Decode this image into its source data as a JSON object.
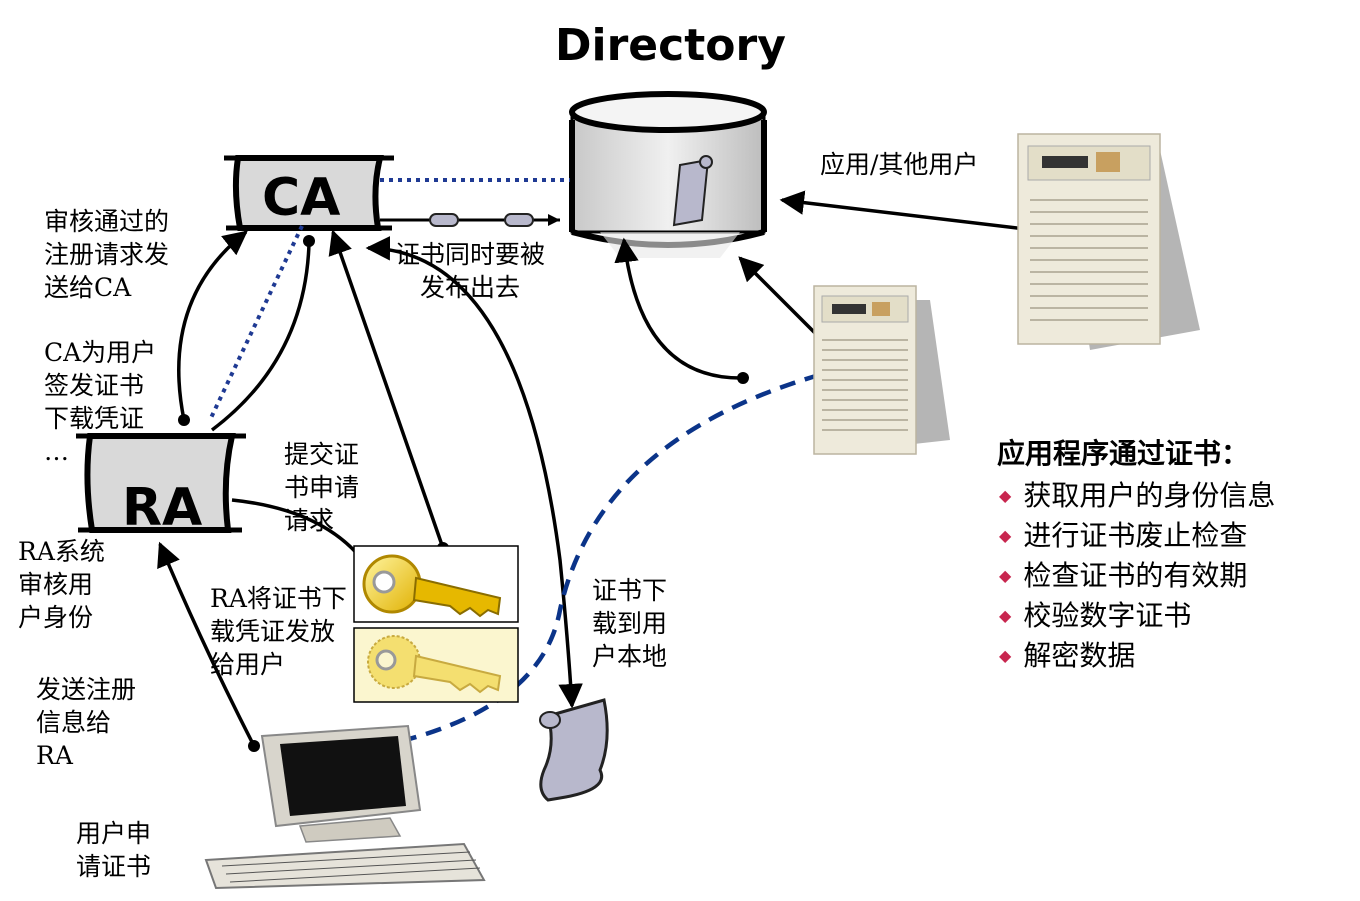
{
  "title": "Directory",
  "nodes": {
    "ca": "CA",
    "ra": "RA"
  },
  "labels": {
    "review_pass": "审核通过的\n注册请求发\n送给CA",
    "ca_issue": "CA为用户\n签发证书\n下载凭证\n…",
    "ra_review": "RA系统\n审核用\n户身份",
    "send_reg": "发送注册\n信息给\nRA",
    "user_apply": "用户申\n请证书",
    "submit_req": "提交证\n书申请\n请求",
    "ra_send_cert": "RA将证书下\n载凭证发放\n给用户",
    "cert_publish": "证书同时要被\n发布出去",
    "cert_download": "证书下\n载到用\n户本地",
    "app_users": "应用/其他用户"
  },
  "panel": {
    "title": "应用程序通过证书：",
    "items": [
      "获取用户的身份信息",
      "进行证书废止检查",
      "检查证书的有效期",
      "校验数字证书",
      "解密数据"
    ]
  },
  "colors": {
    "arrow": "#000000",
    "dotted": "#1f3a93",
    "dashed": "#0b3489",
    "box_fill": "#d9d9d9",
    "bullet": "#c8264f"
  }
}
